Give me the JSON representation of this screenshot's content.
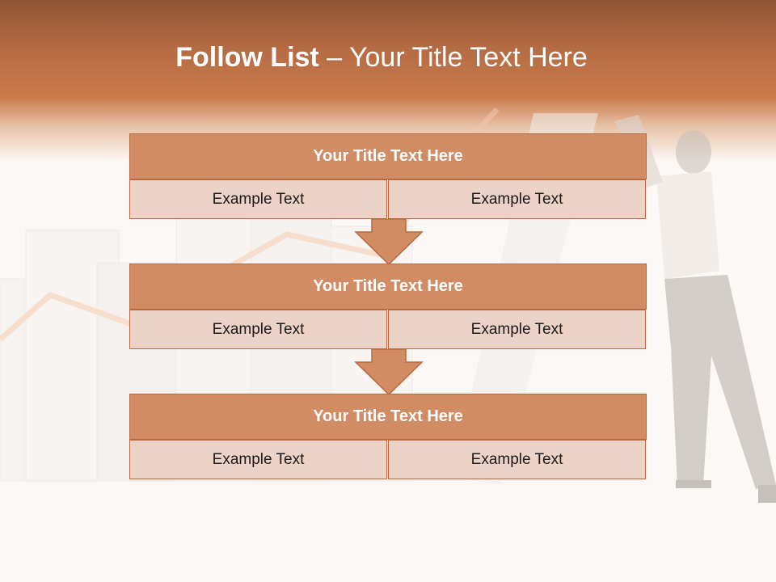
{
  "title": {
    "bold": "Follow List",
    "rest": " – Your Title Text Here"
  },
  "colors": {
    "accent": "#c97a4b",
    "box_header": "#d28c63",
    "box_cell": "#edd3c7",
    "border": "#b8693d"
  },
  "blocks": [
    {
      "header": "Your Title Text Here",
      "left": "Example Text",
      "right": "Example Text"
    },
    {
      "header": "Your Title Text Here",
      "left": "Example Text",
      "right": "Example Text"
    },
    {
      "header": "Your Title Text Here",
      "left": "Example Text",
      "right": "Example Text"
    }
  ]
}
